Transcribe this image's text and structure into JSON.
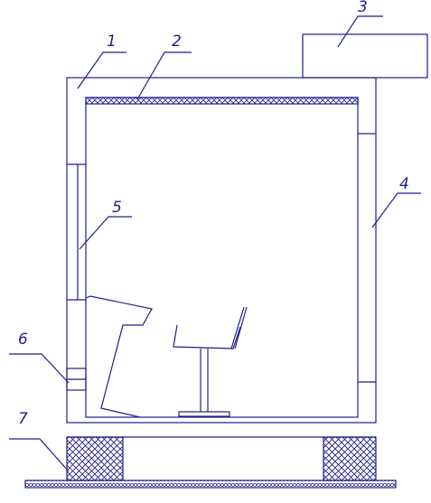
{
  "callouts": [
    {
      "id": "1",
      "text": "1"
    },
    {
      "id": "2",
      "text": "2"
    },
    {
      "id": "3",
      "text": "3"
    },
    {
      "id": "4",
      "text": "4"
    },
    {
      "id": "5",
      "text": "5"
    },
    {
      "id": "6",
      "text": "6"
    },
    {
      "id": "7",
      "text": "7"
    }
  ],
  "colors": {
    "line": "#1f1f8a",
    "hatch": "#1f1f8a",
    "background": "#ffffff"
  }
}
